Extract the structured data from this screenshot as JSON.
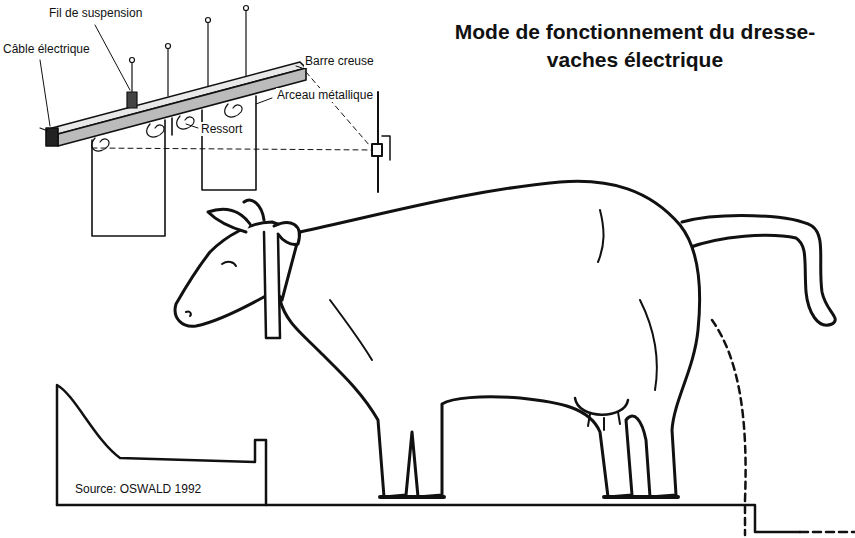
{
  "diagram": {
    "title": "Mode de fonctionnement du dresse-vaches électrique",
    "labels": [
      "Fil de suspension",
      "Câble électrique",
      "Ressort",
      "Barre creuse",
      "Arceau métallique",
      "Source: OSWALD 1992"
    ]
  }
}
